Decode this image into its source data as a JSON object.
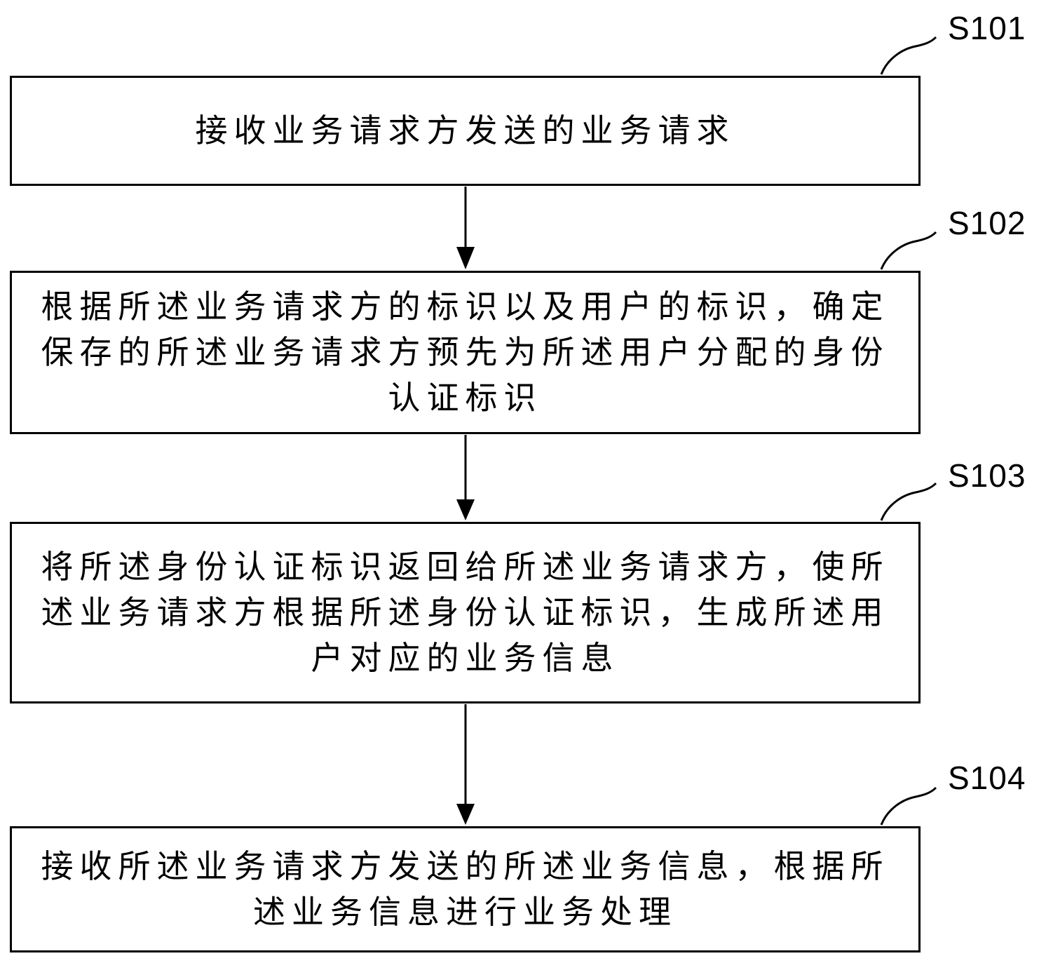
{
  "steps": [
    {
      "id": "S101",
      "text": "接收业务请求方发送的业务请求"
    },
    {
      "id": "S102",
      "text": "根据所述业务请求方的标识以及用户的标识，确定保存的所述业务请求方预先为所述用户分配的身份认证标识"
    },
    {
      "id": "S103",
      "text": "将所述身份认证标识返回给所述业务请求方，使所述业务请求方根据所述身份认证标识，生成所述用户对应的业务信息"
    },
    {
      "id": "S104",
      "text": "接收所述业务请求方发送的所述业务信息，根据所述业务信息进行业务处理"
    }
  ],
  "colors": {
    "line": "#000000",
    "background": "#ffffff"
  }
}
